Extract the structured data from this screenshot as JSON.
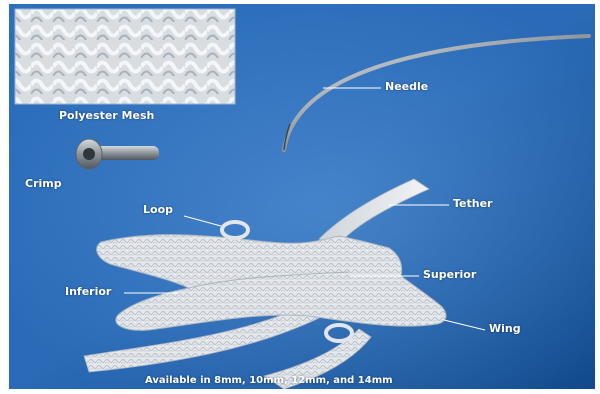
{
  "figure": {
    "colors": {
      "background": "#1f5fa7",
      "mesh": "#e6e9ec",
      "needle": "#9aa2a8",
      "label": "#ffffff"
    },
    "labels": {
      "polyester_mesh": "Polyester Mesh",
      "needle": "Needle",
      "crimp": "Crimp",
      "tether": "Tether",
      "loop": "Loop",
      "superior": "Superior",
      "inferior": "Inferior",
      "wing": "Wing"
    },
    "caption": "Available in 8mm, 10mm, 12mm, and 14mm"
  }
}
